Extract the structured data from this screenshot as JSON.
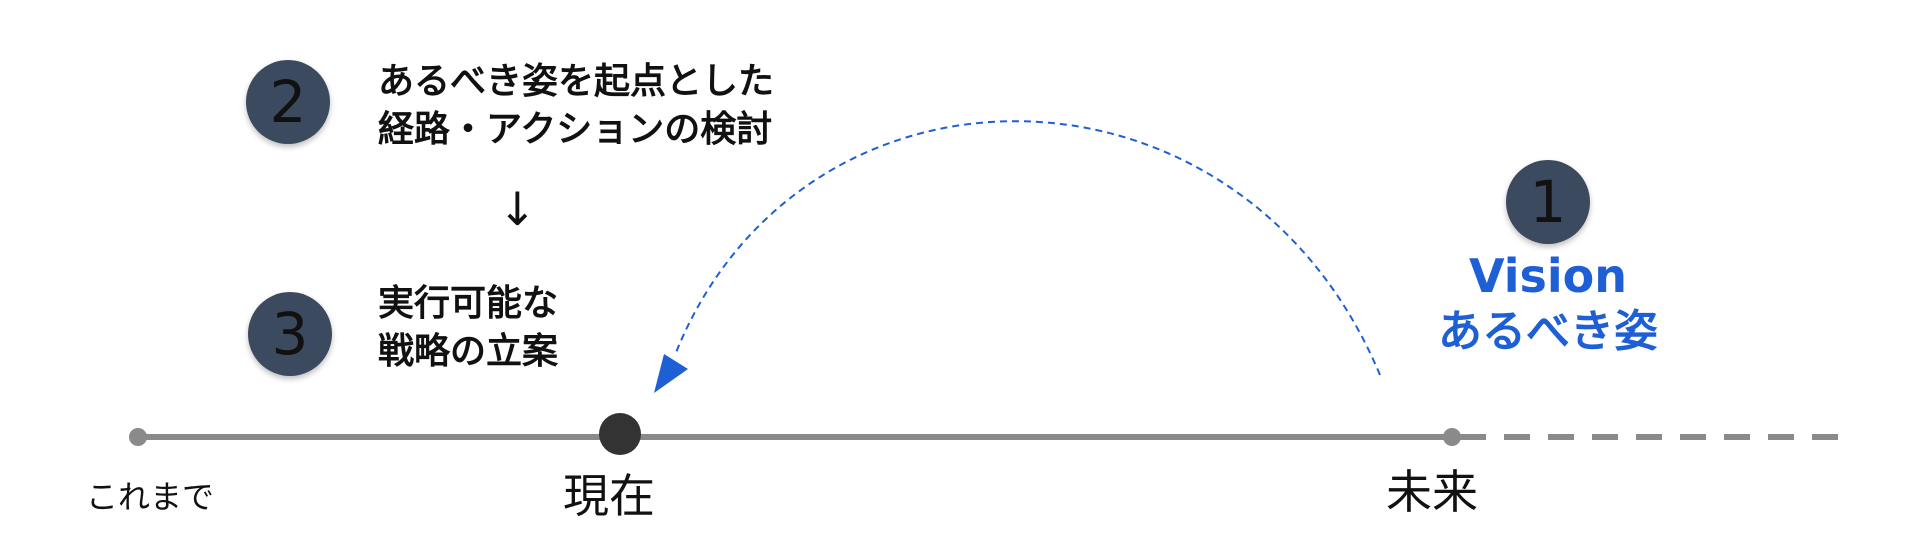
{
  "steps": [
    {
      "number": "2",
      "line1": "あるべき姿を起点とした",
      "line2": "経路・アクションの検討"
    },
    {
      "number": "3",
      "line1": "実行可能な",
      "line2": "戦略の立案"
    }
  ],
  "flow_arrow": "↓",
  "vision": {
    "number": "1",
    "title": "Vision",
    "subtitle": "あるべき姿"
  },
  "timeline": {
    "past_label": "これまで",
    "present_label": "現在",
    "future_label": "未来"
  },
  "colors": {
    "badge": "#3c4a60",
    "accent_blue": "#1f5fd6",
    "line_gray": "#8a8a8a",
    "present_dot": "#333333"
  }
}
